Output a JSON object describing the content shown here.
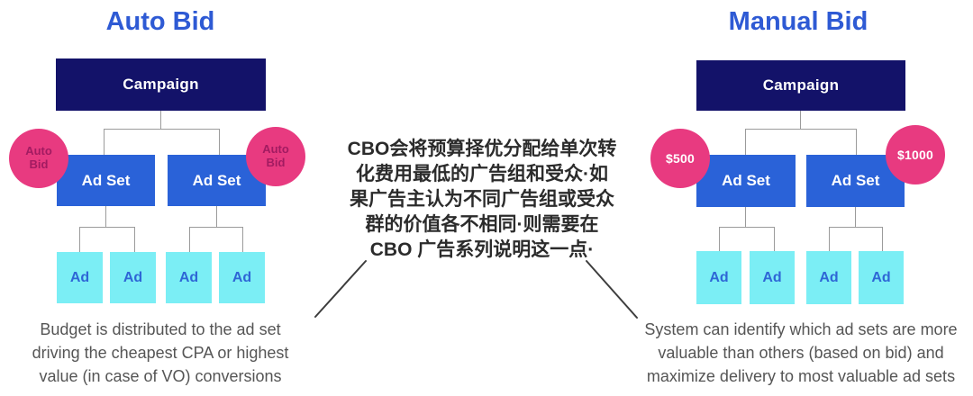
{
  "diagram": {
    "left": {
      "title": "Auto Bid",
      "campaign_label": "Campaign",
      "adset_label": "Ad Set",
      "ad_label": "Ad",
      "badge_left": "Auto Bid",
      "badge_right": "Auto Bid",
      "caption": {
        "line1": "Budget is distributed to the ad set",
        "line2": "driving the cheapest CPA or highest",
        "line3": "value (in case of VO) conversions"
      }
    },
    "center": {
      "line1": "CBO会将预算择优分配给单次转",
      "line2": "化费用最低的广告组和受众·如",
      "line3": "果广告主认为不同广告组或受众",
      "line4": "群的价值各不相同·则需要在",
      "line5": "CBO 广告系列说明这一点·"
    },
    "right": {
      "title": "Manual Bid",
      "campaign_label": "Campaign",
      "adset_label": "Ad Set",
      "ad_label": "Ad",
      "badge_left": "$500",
      "badge_right": "$1000",
      "caption": {
        "line1": "System can identify which ad sets are more",
        "line2": "valuable than others (based on bid) and",
        "line3": "maximize delivery to most valuable ad sets"
      }
    },
    "colors": {
      "title_blue": "#2e5ad4",
      "campaign_navy": "#131269",
      "adset_blue": "#2a62d8",
      "ad_cyan": "#7beef5",
      "ad_text_blue": "#2e66d6",
      "badge_pink": "#e83a80",
      "badge_text_dark_pink": "#a21b61",
      "badge_text_white": "#ffffff",
      "caption_gray": "#555555",
      "center_text_dark": "#2b2b2b",
      "connector_gray": "#9b9b9b",
      "pointer_line_dark": "#3d3d3d"
    }
  }
}
